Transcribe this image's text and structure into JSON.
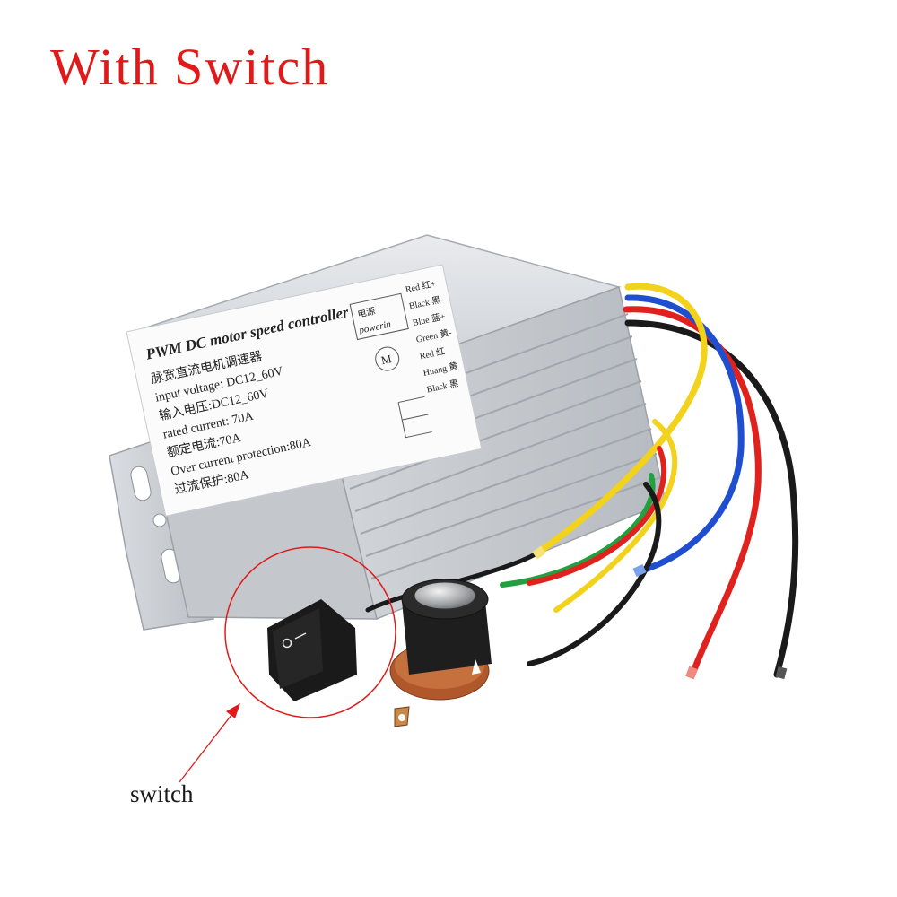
{
  "heading": "With Switch",
  "callout_text": "switch",
  "label": {
    "title": "PWM DC motor speed controller",
    "lines": [
      "脉宽直流电机调速器",
      "input voltage: DC12_60V",
      "输入电压:DC12_60V",
      "rated current: 70A",
      "额定电流:70A",
      "Over current protection:80A",
      "过流保护:80A"
    ],
    "power_box_cn": "电源",
    "power_box_en": "powerin",
    "motor_symbol": "M",
    "wire_legend": [
      "Red 红+",
      "Black 黑-",
      "Blue 蓝+",
      "Green 黄-",
      "Red 红",
      "Huang 黄",
      "Black 黑"
    ]
  },
  "colors": {
    "heading": "#e01a1a",
    "highlight_circle": "#e01a1a",
    "housing": "#d7dade",
    "wire_yellow": "#f2d21a",
    "wire_blue": "#1f4fd0",
    "wire_red": "#e0221e",
    "wire_green": "#22a040",
    "wire_black": "#1a1a1a"
  }
}
